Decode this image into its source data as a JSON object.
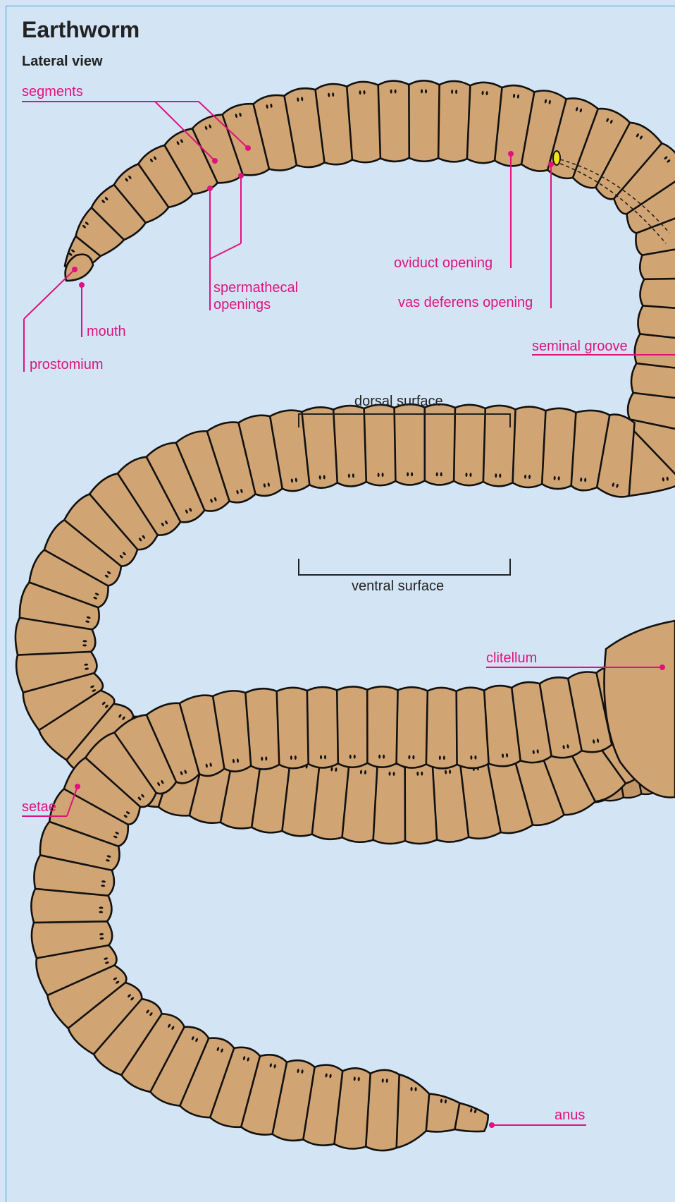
{
  "diagram": {
    "title": "Earthworm",
    "subtitle": "Lateral view",
    "labels": {
      "segments": "segments",
      "spermathecal_1": "spermathecal",
      "spermathecal_2": "openings",
      "mouth": "mouth",
      "prostomium": "prostomium",
      "oviduct": "oviduct opening",
      "vas_deferens": "vas deferens opening",
      "seminal_groove": "seminal groove",
      "dorsal": "dorsal surface",
      "ventral": "ventral surface",
      "clitellum": "clitellum",
      "setae": "setae",
      "anus": "anus"
    },
    "colors": {
      "background": "#d3e5f5",
      "body": "#d1a573",
      "outline": "#111111",
      "leader": "#e0127f",
      "vas_deferens_marker": "#f2e21a"
    }
  }
}
